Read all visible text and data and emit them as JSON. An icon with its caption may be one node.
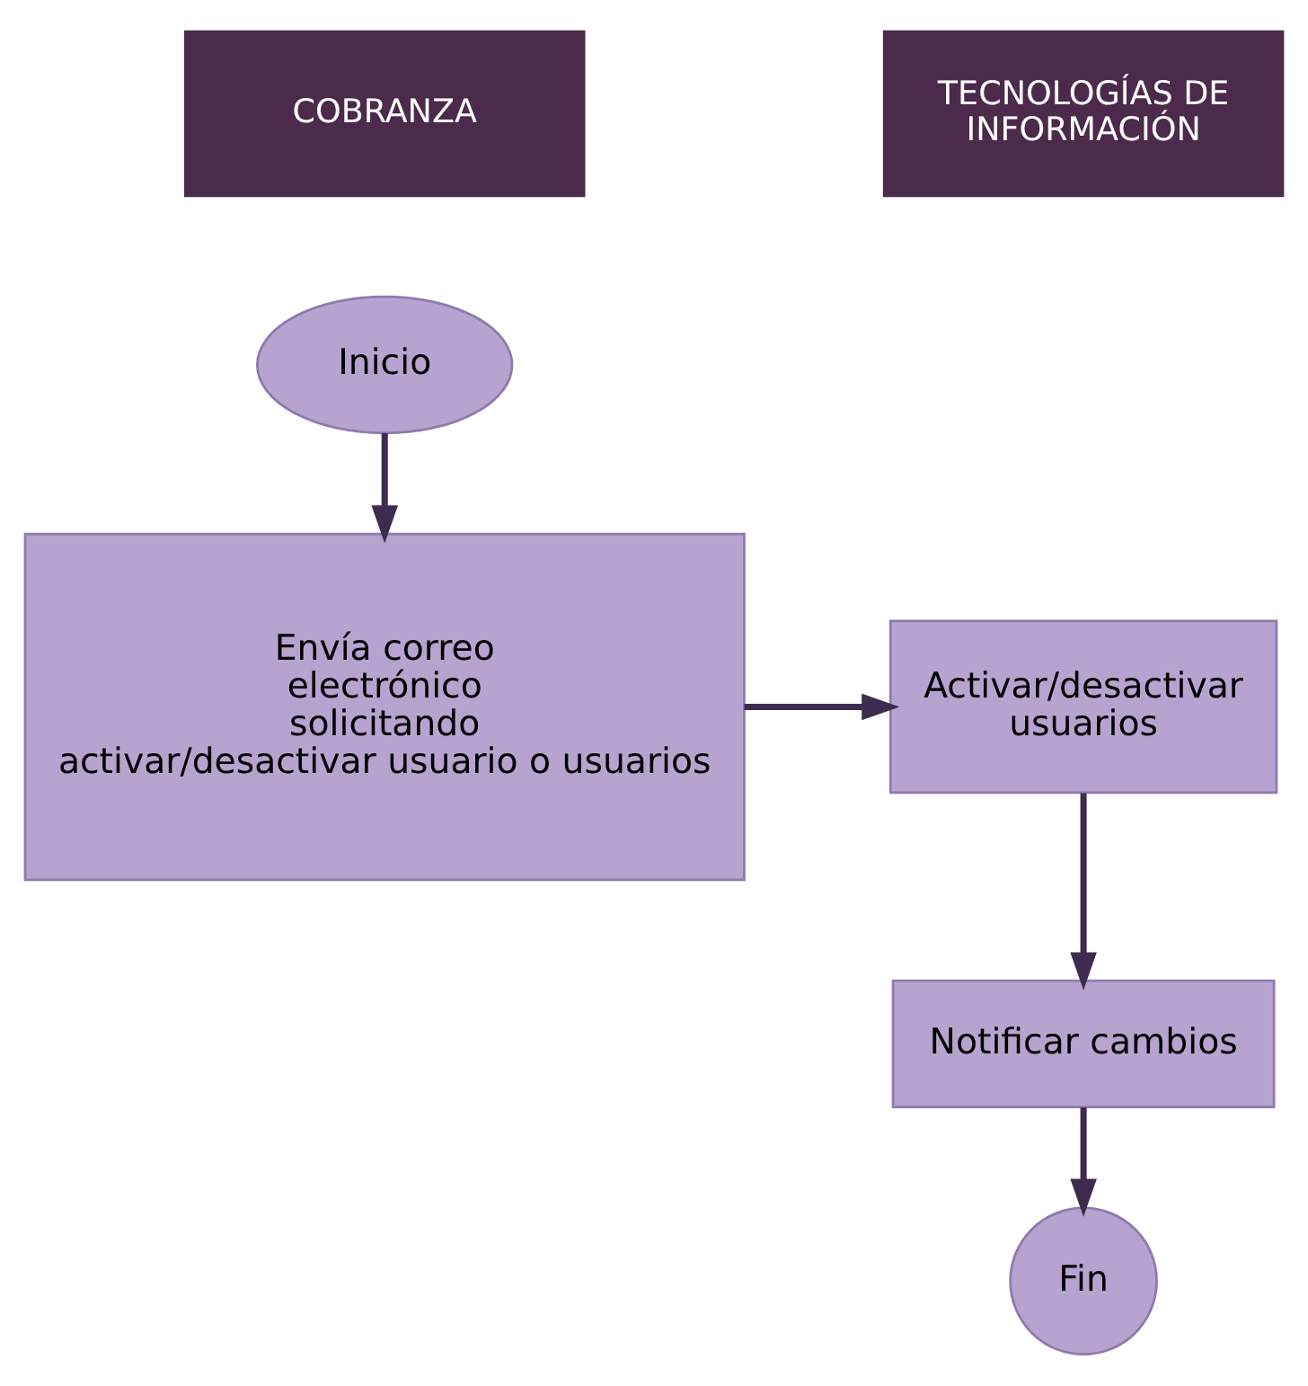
{
  "diagram": {
    "nodes": [
      {
        "text": [
          "COBRANZA"
        ]
      },
      {
        "text": [
          "TECNOLOGÍAS DE INFORMACIÓN"
        ]
      },
      {
        "text": [
          "Inicio"
        ]
      },
      {
        "text": [
          "Envía correo electrónico solicitando activar/desactivar usuario o usuarios"
        ]
      },
      {
        "text": [
          "Activar/desactivar usuarios"
        ]
      },
      {
        "text": [
          "Notificar cambios"
        ]
      },
      {
        "text": [
          "Fin"
        ]
      }
    ],
    "edges": [
      {
        "from": 2,
        "to": 3,
        "arrow": "to"
      },
      {
        "from": 3,
        "to": 4,
        "arrow": "to"
      },
      {
        "from": 4,
        "to": 5,
        "arrow": "to"
      },
      {
        "from": 5,
        "to": 6,
        "arrow": "to"
      }
    ]
  }
}
